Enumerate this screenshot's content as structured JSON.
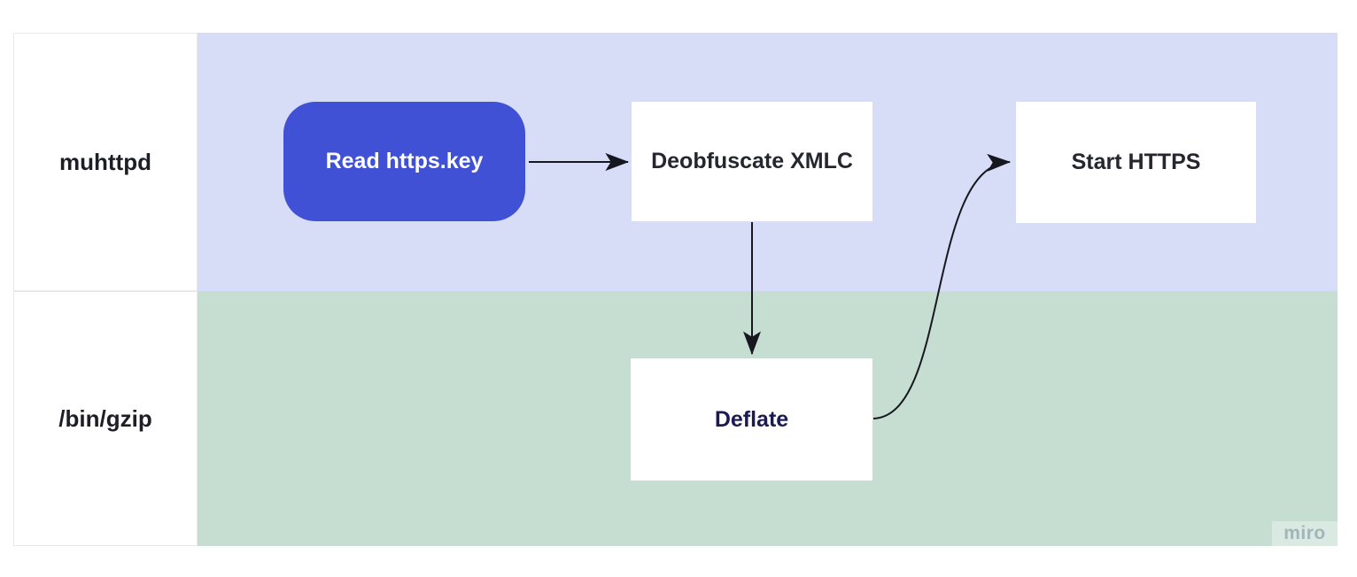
{
  "board": {
    "watermark": "miro"
  },
  "lanes": [
    {
      "id": "muhttpd",
      "label": "muhttpd",
      "color": "#d7dcf7"
    },
    {
      "id": "bin-gzip",
      "label": "/bin/gzip",
      "color": "#c6ddd2"
    }
  ],
  "nodes": [
    {
      "id": "read-https-key",
      "label": "Read https.key",
      "lane": "muhttpd",
      "shape": "rounded-rect",
      "fill": "#4051d6",
      "text_color": "#ffffff"
    },
    {
      "id": "deobfuscate-xmlc",
      "label": "Deobfuscate XMLC",
      "lane": "muhttpd",
      "shape": "rect",
      "fill": "#ffffff",
      "text_color": "#26262e"
    },
    {
      "id": "start-https",
      "label": "Start HTTPS",
      "lane": "muhttpd",
      "shape": "rect",
      "fill": "#ffffff",
      "text_color": "#26262e"
    },
    {
      "id": "deflate",
      "label": "Deflate",
      "lane": "bin-gzip",
      "shape": "rect",
      "fill": "#ffffff",
      "text_color": "#1b1b52"
    }
  ],
  "edges": [
    {
      "from": "read-https-key",
      "to": "deobfuscate-xmlc",
      "style": "straight-horizontal",
      "color": "#17171f"
    },
    {
      "from": "deobfuscate-xmlc",
      "to": "deflate",
      "style": "straight-vertical",
      "color": "#17171f"
    },
    {
      "from": "deflate",
      "to": "start-https",
      "style": "s-curve",
      "color": "#17171f"
    }
  ]
}
